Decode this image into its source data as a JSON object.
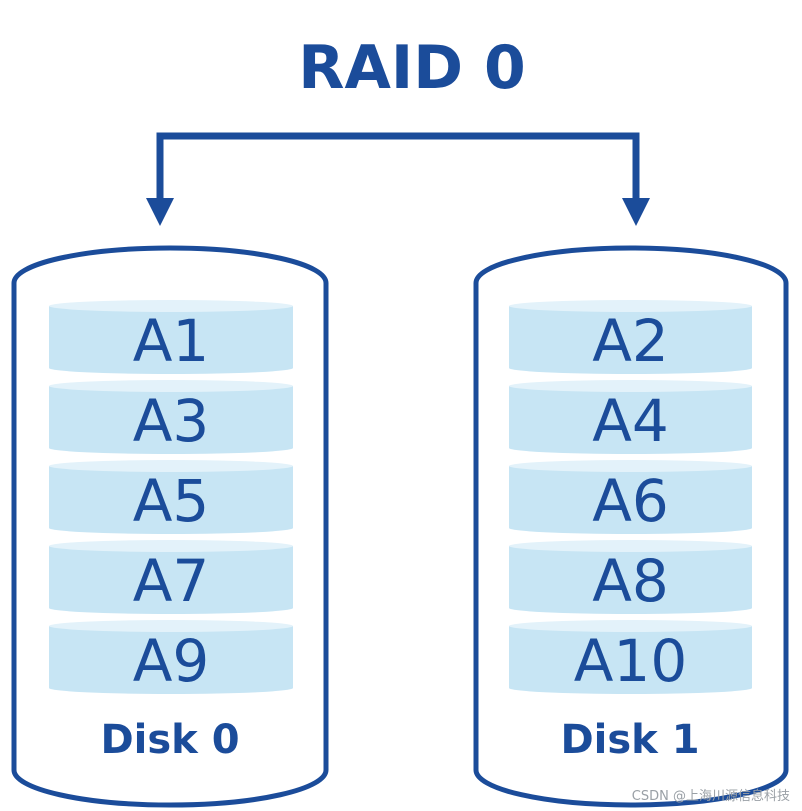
{
  "title": "RAID 0",
  "colors": {
    "outline": "#1b4c9a",
    "block_fill": "#c7e5f4",
    "block_top": "#e3f2fa",
    "background": "#ffffff"
  },
  "disks": [
    {
      "label": "Disk 0",
      "blocks": [
        "A1",
        "A3",
        "A5",
        "A7",
        "A9"
      ]
    },
    {
      "label": "Disk 1",
      "blocks": [
        "A2",
        "A4",
        "A6",
        "A8",
        "A10"
      ]
    }
  ],
  "watermark": "CSDN @上海川源信息科技"
}
